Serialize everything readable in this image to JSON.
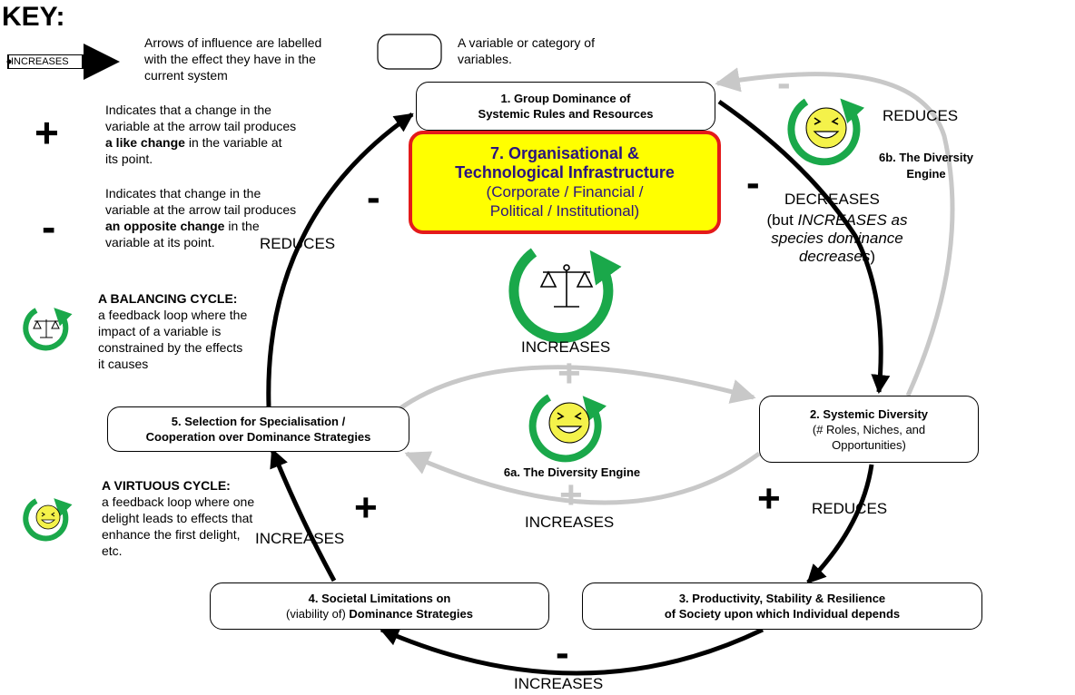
{
  "key": {
    "title": "KEY:",
    "arrow_example_label": "INCREASES",
    "arrow_desc": "Arrows of influence are labelled with the effect they have in the current system",
    "variable_desc": "A variable or category of variables.",
    "plus_symbol": "+",
    "plus_desc_1": "Indicates that a change in the variable at the arrow tail produces ",
    "plus_desc_bold": "a like change",
    "plus_desc_2": " in the variable at its point.",
    "minus_symbol": "-",
    "minus_desc_1": "Indicates that change in the variable at the arrow tail produces ",
    "minus_desc_bold": "an opposite change",
    "minus_desc_2": " in the variable at its point.",
    "balancing_title": "A BALANCING CYCLE:",
    "balancing_desc": "a feedback loop where the impact of a variable is constrained by the effects it causes",
    "virtuous_title": "A VIRTUOUS CYCLE:",
    "virtuous_desc": "a feedback loop where one delight leads to effects that enhance the first delight, etc."
  },
  "nodes": {
    "n1_line1": "1. Group Dominance of",
    "n1_line2": "Systemic Rules and Resources",
    "n2_title": "2. Systemic Diversity",
    "n2_sub": "(# Roles, Niches, and Opportunities)",
    "n3_line1": "3. Productivity, Stability & Resilience",
    "n3_line2": "of Society upon which Individual depends",
    "n4_line1": "4. Societal Limitations on",
    "n4_prefix": "(viability of) ",
    "n4_bold": "Dominance Strategies",
    "n5_line1": "5. Selection for Specialisation /",
    "n5_line2": "Cooperation over Dominance Strategies",
    "n7_title": "7. Organisational & Technological  Infrastructure",
    "n7_sub": "(Corporate / Financial / Political / Institutional)"
  },
  "engines": {
    "e6a": "6a. The Diversity Engine",
    "e6b": "6b. The Diversity Engine"
  },
  "labels": {
    "l1_to_2": "DECREASES",
    "l1_to_2_note_1": "(but ",
    "l1_to_2_note_italic": "INCREASES as species dominance decreases",
    "l1_to_2_note_2": ")",
    "l2_to_1": "REDUCES",
    "l2_to_3": "REDUCES",
    "l3_to_4": "INCREASES",
    "l4_to_5": "INCREASES",
    "l5_to_1": "REDUCES",
    "l5_to_2": "INCREASES",
    "l2_to_5": "INCREASES"
  },
  "signs": {
    "s5_to_1": "-",
    "s1_to_2": "-",
    "s2_to_1": "-",
    "s2_to_3": "+",
    "s3_to_4": "-",
    "s4_to_5": "+",
    "s5_to_2": "+",
    "s2_to_5": "+"
  },
  "colors": {
    "cycle_green": "#1aa84a",
    "infra_fill": "#ffff00",
    "infra_border": "#e41a1a",
    "infra_text": "#2a1380",
    "gray_arrow": "#c8c8c8",
    "smiley": "#f4f24a"
  }
}
